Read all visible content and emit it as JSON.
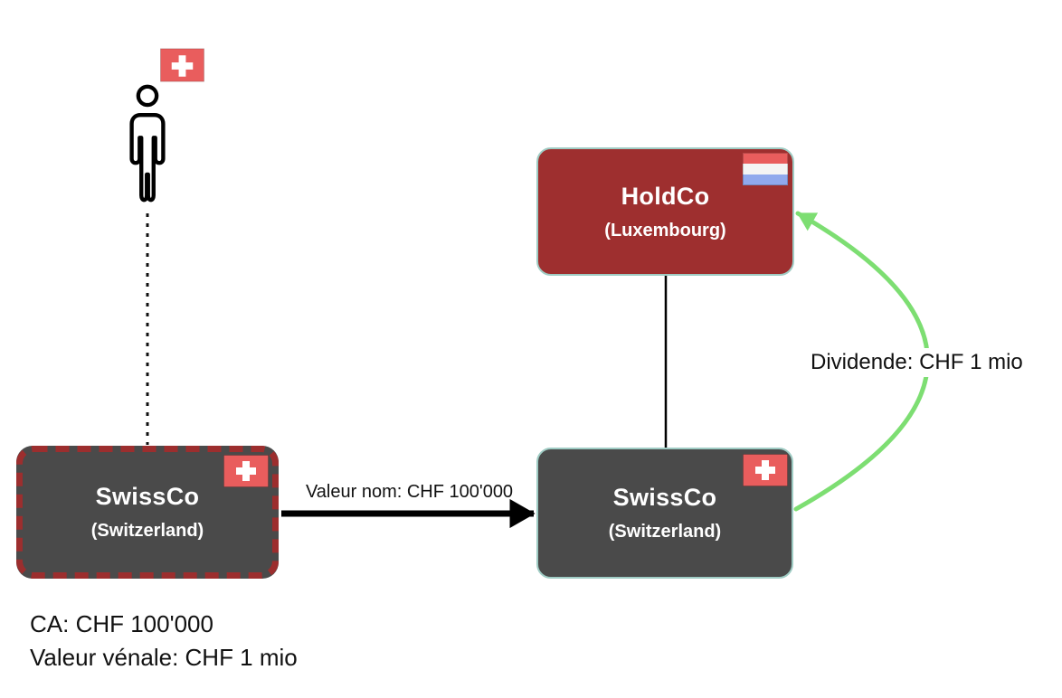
{
  "nodes": {
    "swissco_left": {
      "title": "SwissCo",
      "subtitle": "(Switzerland)"
    },
    "swissco_right": {
      "title": "SwissCo",
      "subtitle": "(Switzerland)"
    },
    "holdco": {
      "title": "HoldCo",
      "subtitle": "(Luxembourg)"
    }
  },
  "edges": {
    "sale": {
      "label": "Valeur nom: CHF 100'000"
    },
    "dividend": {
      "label": "Dividende: CHF 1 mio"
    }
  },
  "notes": {
    "line1": "CA: CHF 100'000",
    "line2": "Valeur vénale: CHF 1 mio"
  },
  "icons": {
    "person": "person-icon",
    "swiss_flag": "swiss-flag-icon",
    "luxembourg_flag": "luxembourg-flag-icon"
  },
  "colors": {
    "box_gray": "#4a4a4a",
    "holdco_red": "#9e2f2f",
    "teal_border": "#9fccc4",
    "dashed_red": "#9c2e2e",
    "green_arrow": "#7dde72",
    "flag_red": "#e95d5d",
    "lux_blue": "#90a9ed",
    "text_dark": "#111111"
  }
}
